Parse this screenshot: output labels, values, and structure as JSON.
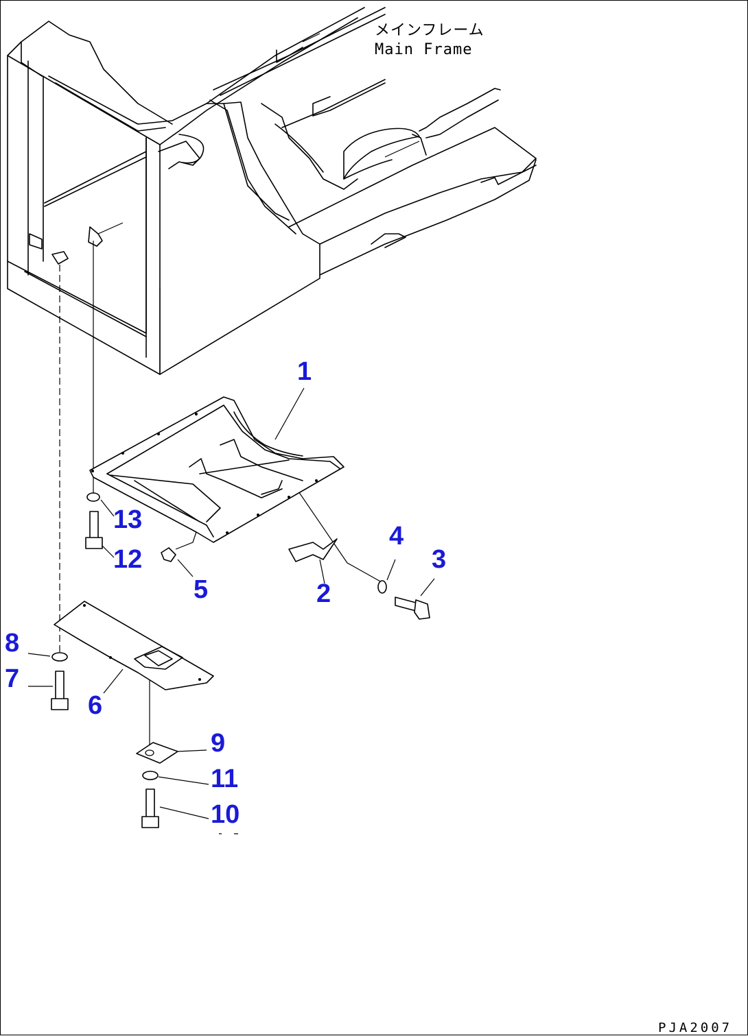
{
  "frame_label": {
    "jp": "メインフレーム",
    "en": "Main Frame"
  },
  "callouts": [
    "1",
    "2",
    "3",
    "4",
    "5",
    "6",
    "7",
    "8",
    "9",
    "10",
    "11",
    "12",
    "13"
  ],
  "drawing_number": "PJA2007",
  "colors": {
    "callout": "#1a1ad8",
    "line": "#000000",
    "background": "#ffffff"
  }
}
